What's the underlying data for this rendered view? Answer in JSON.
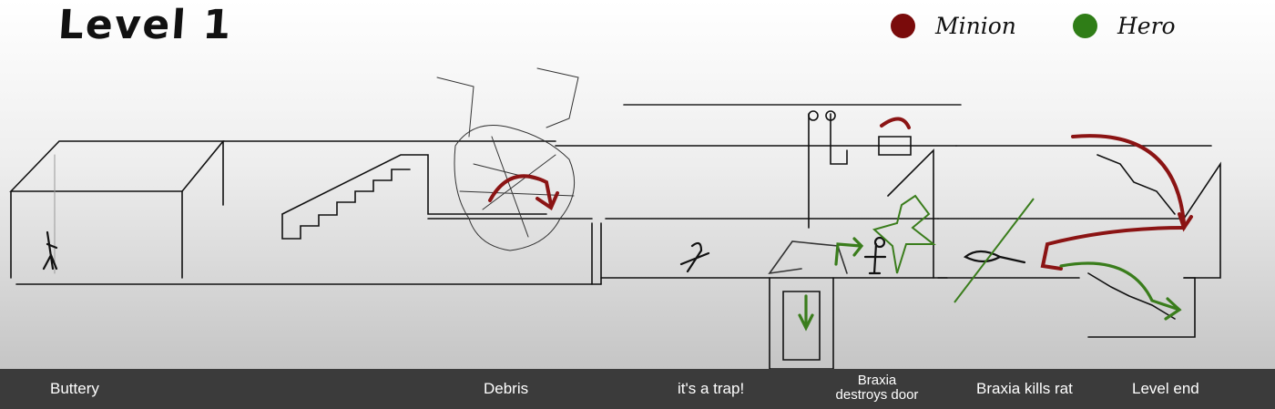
{
  "title": "Level 1",
  "legend": [
    {
      "label": "Minion",
      "color": "#7a0b0b"
    },
    {
      "label": "Hero",
      "color": "#2f7d17"
    }
  ],
  "captions": [
    {
      "text": "Buttery"
    },
    {
      "text": "Debris"
    },
    {
      "text": "it's a trap!"
    },
    {
      "line1": "Braxia",
      "line2": "destroys door"
    },
    {
      "text": "Braxia kills rat"
    },
    {
      "text": "Level end"
    }
  ],
  "colors": {
    "minion_arrow": "#8b1414",
    "hero_arrow": "#3a7d1c",
    "bar": "#3b3b3b"
  }
}
